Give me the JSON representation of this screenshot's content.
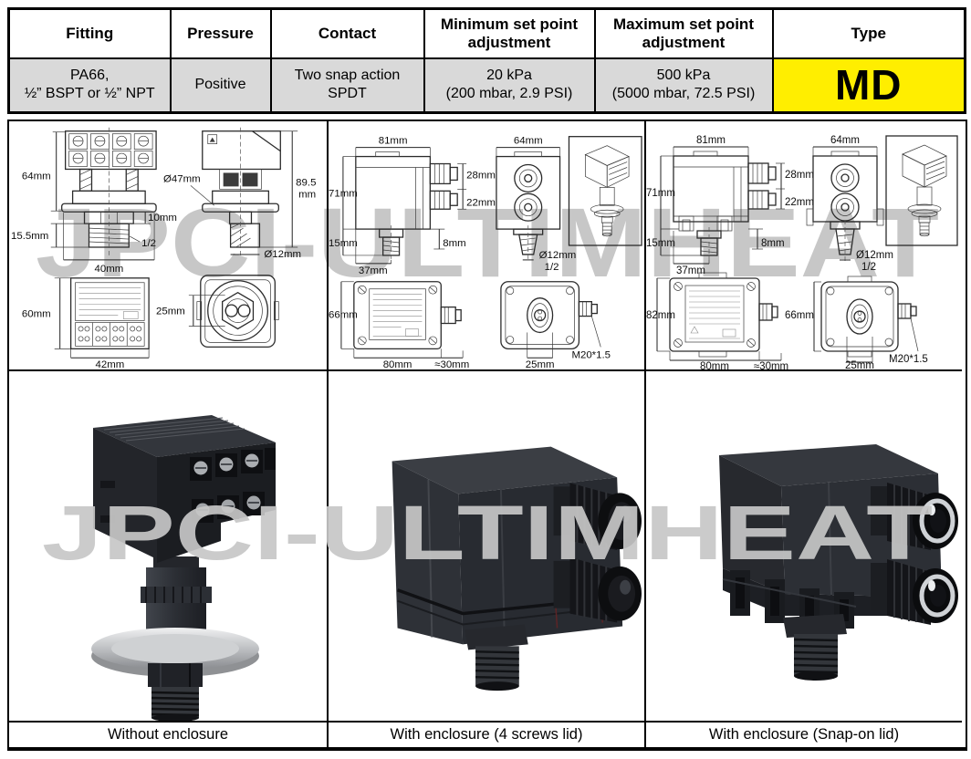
{
  "table": {
    "headers": [
      "Fitting",
      "Pressure",
      "Contact",
      "Minimum set point adjustment",
      "Maximum set point adjustment",
      "Type"
    ],
    "cells": {
      "fitting_line1": "PA66,",
      "fitting_line2": "½” BSPT or ½” NPT",
      "pressure": "Positive",
      "contact_line1": "Two snap action",
      "contact_line2": "SPDT",
      "min_line1": "20 kPa",
      "min_line2": "(200 mbar, 2.9 PSI)",
      "max_line1": "500 kPa",
      "max_line2": "(5000 mbar, 72.5 PSI)",
      "type": "MD"
    },
    "colors": {
      "type_bg": "#FFEE00",
      "row_bg": "#D9D9D9",
      "border": "#000000"
    }
  },
  "watermark": {
    "text": "JPCI-ULTIMHEAT",
    "color": "#C7C7C7"
  },
  "drawings": {
    "col1": {
      "h64": "64mm",
      "t155": "15.5mm",
      "t10": "10mm",
      "half": "1/2",
      "w40": "40mm",
      "d47": "Ø47mm",
      "h895a": "89.5",
      "h895b": "mm",
      "d12": "Ø12mm",
      "h60": "60mm",
      "w42": "42mm",
      "c25": "25mm"
    },
    "col2": {
      "w81": "81mm",
      "h71": "71mm",
      "g28": "28mm",
      "g22": "22mm",
      "h15": "15mm",
      "w37": "37mm",
      "b8": "8mm",
      "w64": "64mm",
      "d12": "Ø12mm",
      "half": "1/2",
      "h66": "66mm",
      "w80": "80mm",
      "w30": "≈30mm",
      "c25": "25mm",
      "m20": "M20*1.5"
    },
    "col3": {
      "w81": "81mm",
      "h71": "71mm",
      "g28": "28mm",
      "g22": "22mm",
      "h15": "15mm",
      "w37": "37mm",
      "b8": "8mm",
      "w64": "64mm",
      "d12": "Ø12mm",
      "half": "1/2",
      "h82": "82mm",
      "w80": "80mm",
      "w30": "≈30mm",
      "h66": "66mm",
      "c25": "25mm",
      "m20": "M20*1.5"
    }
  },
  "captions": {
    "col1": "Without enclosure",
    "col2": "With enclosure (4 screws lid)",
    "col3": "With enclosure (Snap-on lid)"
  }
}
